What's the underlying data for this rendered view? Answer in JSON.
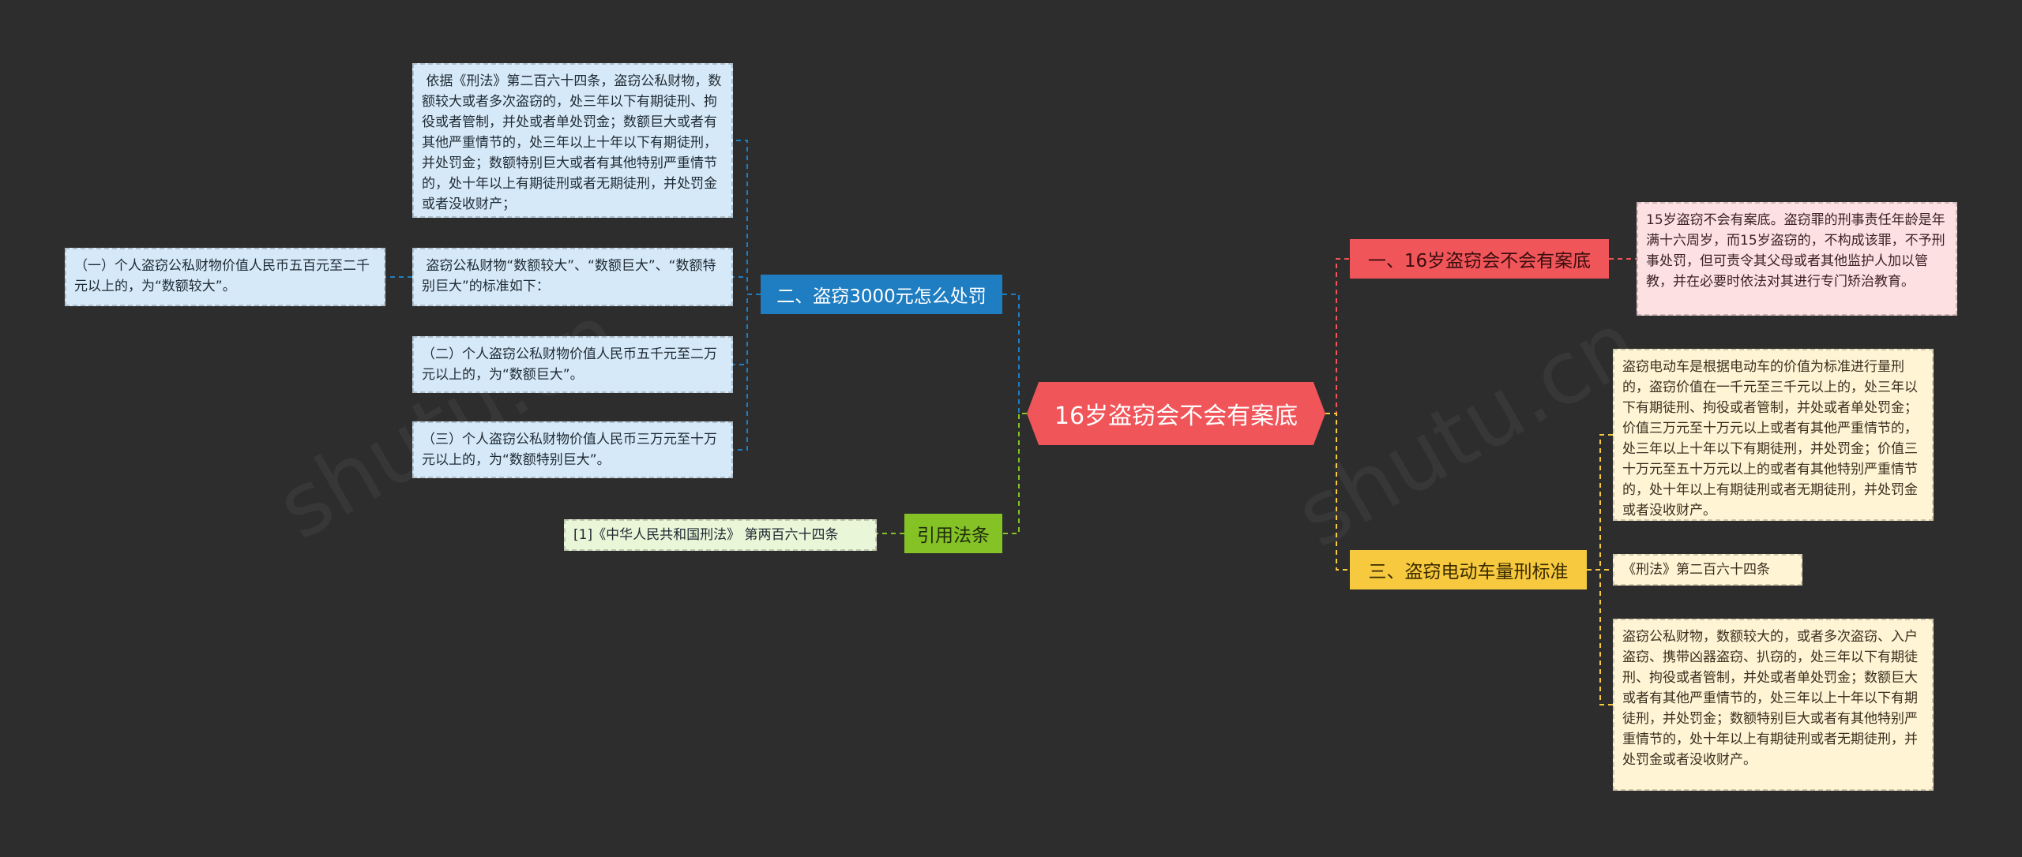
{
  "central": {
    "label": "16岁盗窃会不会有案底"
  },
  "branches": {
    "punish": "二、盗窃3000元怎么处罚",
    "cite": "引用法条",
    "no_record": "一、16岁盗窃会不会有案底",
    "ebike": "三、盗窃电动车量刑标准"
  },
  "leaves": {
    "law": " 依据《刑法》第二百六十四条，盗窃公私财物，数额较大或者多次盗窃的，处三年以下有期徒刑、拘役或者管制，并处或者单处罚金；数额巨大或者有其他严重情节的，处三年以上十年以下有期徒刑，并处罚金；数额特别巨大或者有其他特别严重情节的，处十年以上有期徒刑或者无期徒刑，并处罚金或者没收财产；",
    "std": " 盗窃公私财物“数额较大”、“数额巨大”、“数额特别巨大”的标准如下：",
    "item1": "（一）个人盗窃公私财物价值人民币五百元至二千元以上的，为“数额较大”。",
    "item2": "（二）个人盗窃公私财物价值人民币五千元至二万元以上的，为“数额巨大”。",
    "item3": "（三）个人盗窃公私财物价值人民币三万元至十万元以上的，为“数额特别巨大”。",
    "cite": "[1]《中华人民共和国刑法》 第两百六十四条",
    "no_record": "15岁盗窃不会有案底。盗窃罪的刑事责任年龄是年满十六周岁，而15岁盗窃的，不构成该罪，不予刑事处罚，但可责令其父母或者其他监护人加以管教，并在必要时依法对其进行专门矫治教育。",
    "ebike1": "盗窃电动车是根据电动车的价值为标准进行量刑的，盗窃价值在一千元至三千元以上的，处三年以下有期徒刑、拘役或者管制，并处或者单处罚金；价值三万元至十万元以上或者有其他严重情节的，处三年以上十年以下有期徒刑，并处罚金；价值三十万元至五十万元以上的或者有其他特别严重情节的，处十年以上有期徒刑或者无期徒刑，并处罚金或者没收财产。",
    "ebike2": "《刑法》第二百六十四条",
    "ebike3": "盗窃公私财物，数额较大的，或者多次盗窃、入户盗窃、携带凶器盗窃、扒窃的，处三年以下有期徒刑、拘役或者管制，并处或者单处罚金；数额巨大或者有其他严重情节的，处三年以上十年以下有期徒刑，并处罚金；数额特别巨大或者有其他特别严重情节的，处十年以上有期徒刑或者无期徒刑，并处罚金或者没收财产。"
  },
  "colors": {
    "background": "#2d2d2d",
    "central": "#f0555a",
    "blue_branch": "#1f7dc2",
    "green_branch": "#84c226",
    "red_branch": "#f0555a",
    "yellow_branch": "#f7c93e"
  }
}
